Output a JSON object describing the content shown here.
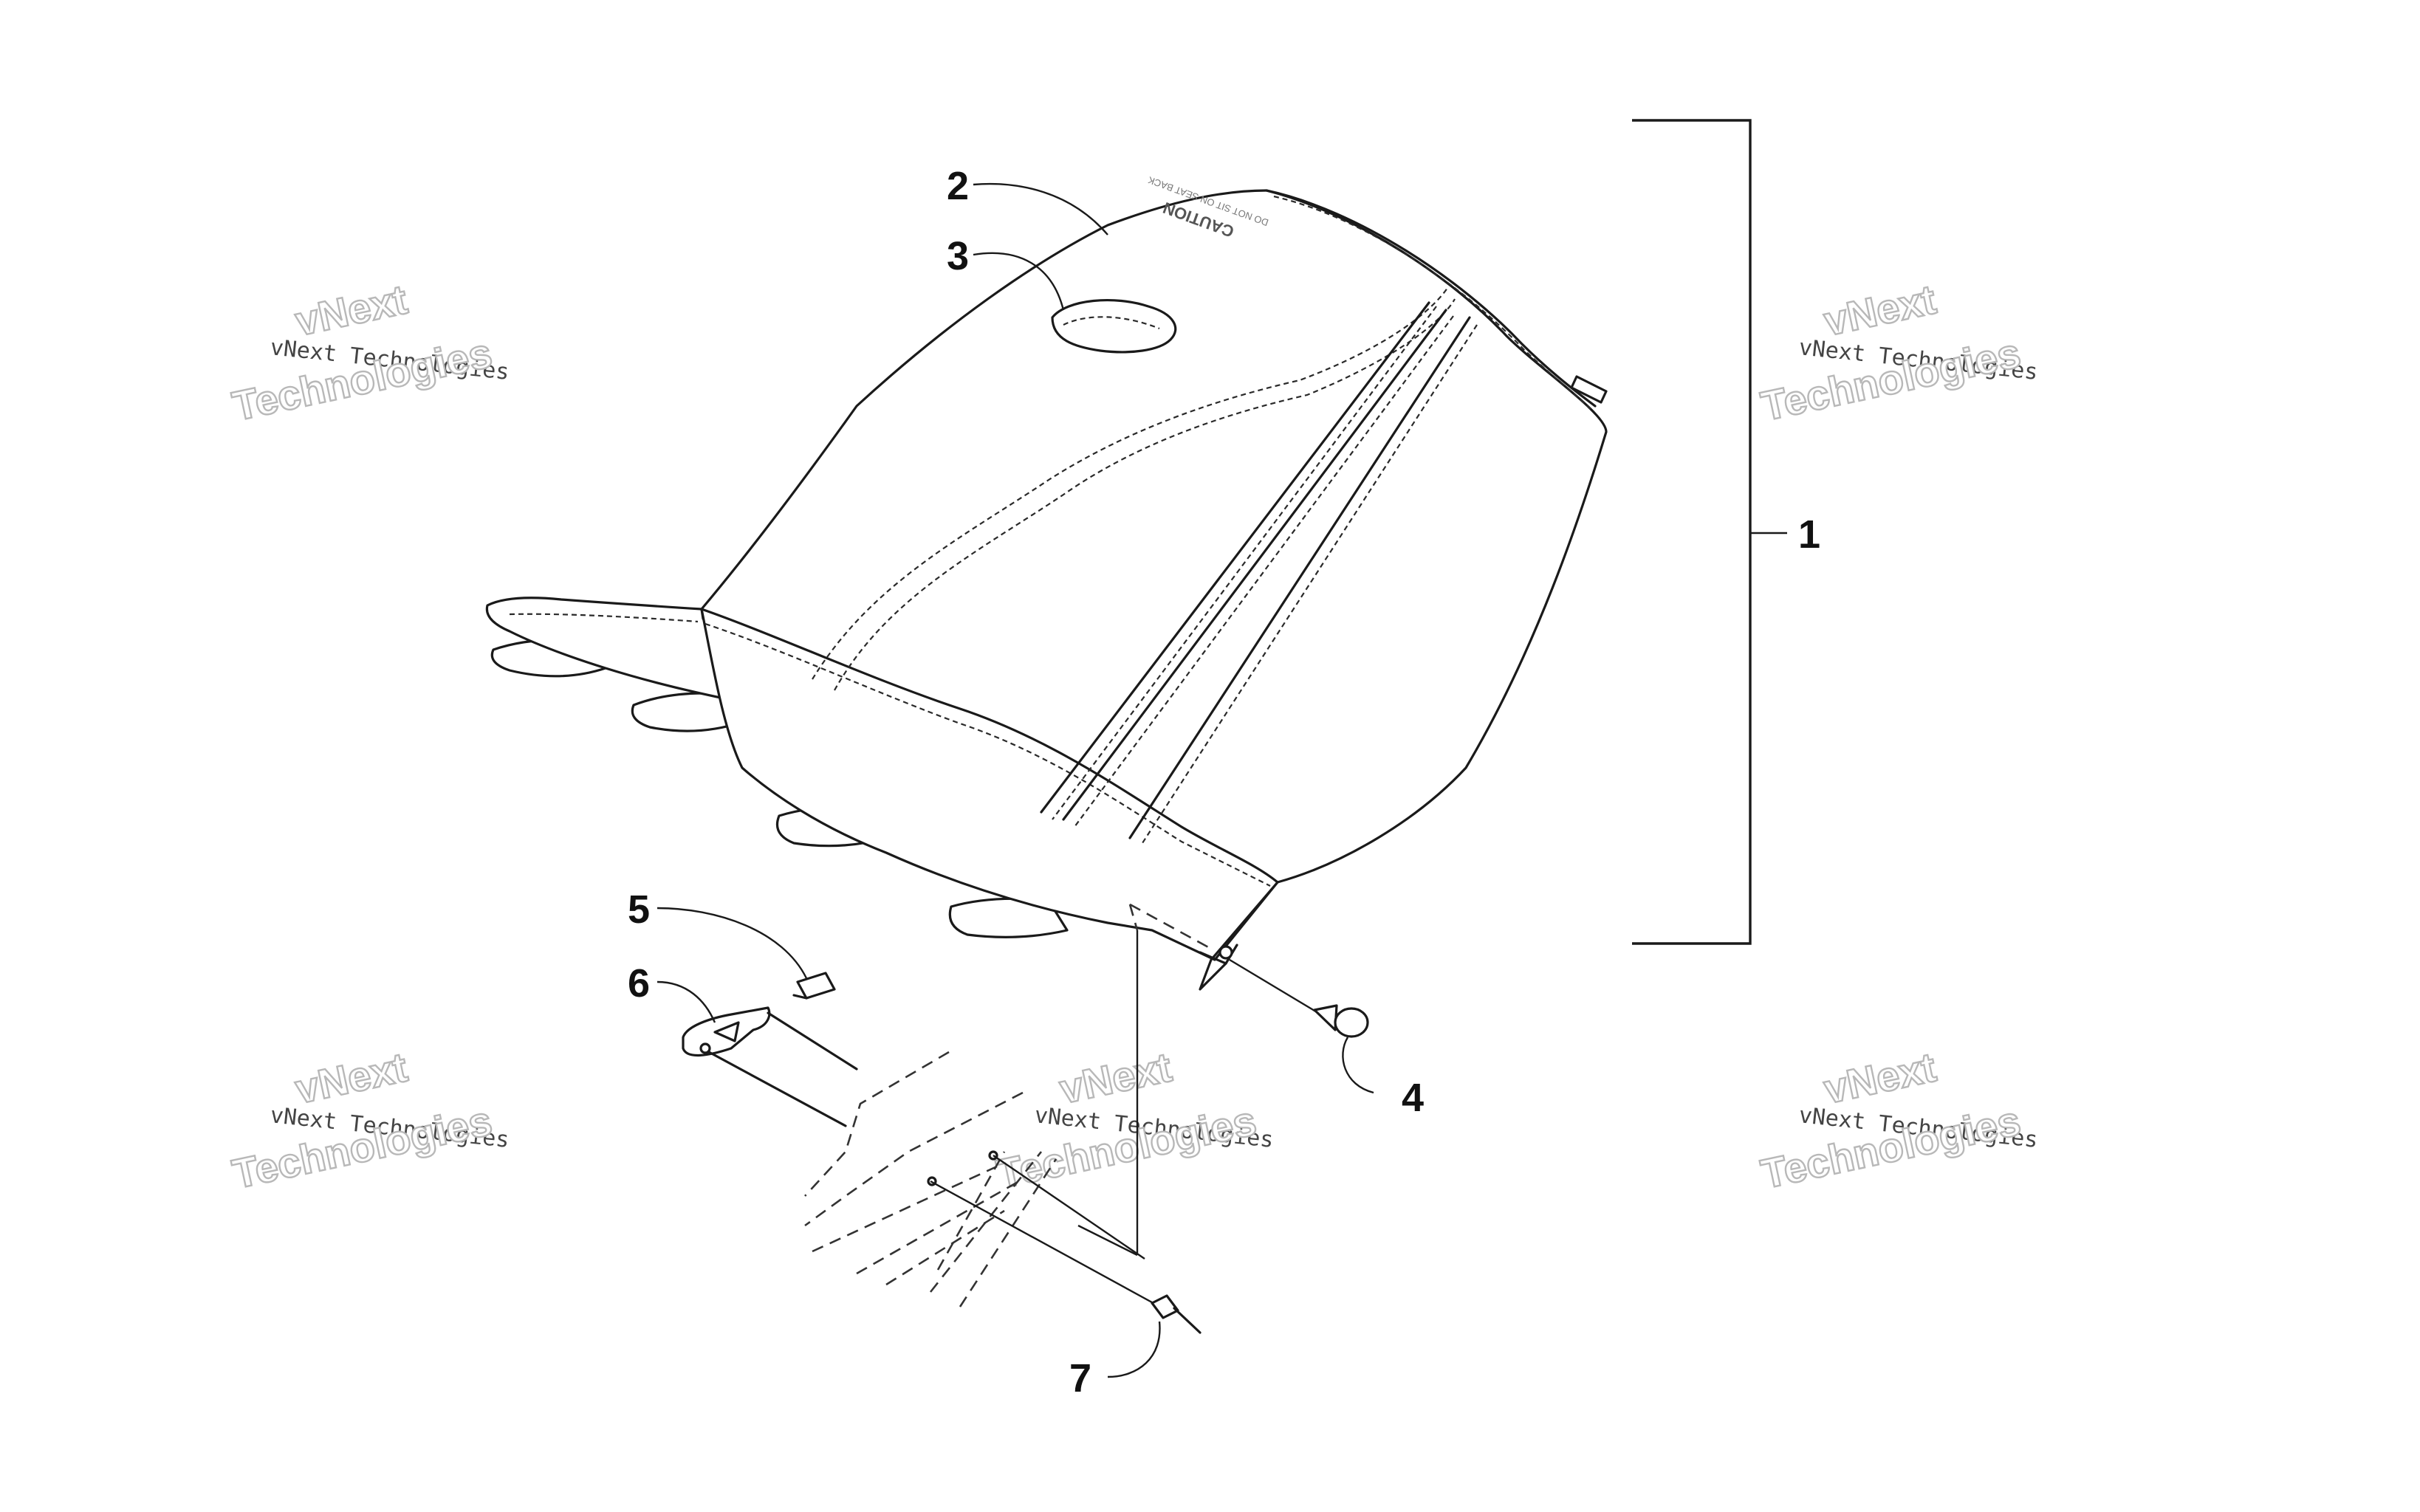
{
  "callouts": [
    {
      "id": "1",
      "label": "1"
    },
    {
      "id": "2",
      "label": "2"
    },
    {
      "id": "3",
      "label": "3"
    },
    {
      "id": "4",
      "label": "4"
    },
    {
      "id": "5",
      "label": "5"
    },
    {
      "id": "6",
      "label": "6"
    },
    {
      "id": "7",
      "label": "7"
    }
  ],
  "seat_decal": {
    "title": "CAUTION",
    "subtext": "DO NOT SIT ON SEAT BACK"
  },
  "watermark": {
    "line_small": "vNext Technologies",
    "line_big_1": "vNext",
    "line_big_2": "Technologies"
  },
  "colors": {
    "line": "#1a1a1a",
    "background": "#ffffff",
    "watermark_outline": "#b8b8b8"
  }
}
